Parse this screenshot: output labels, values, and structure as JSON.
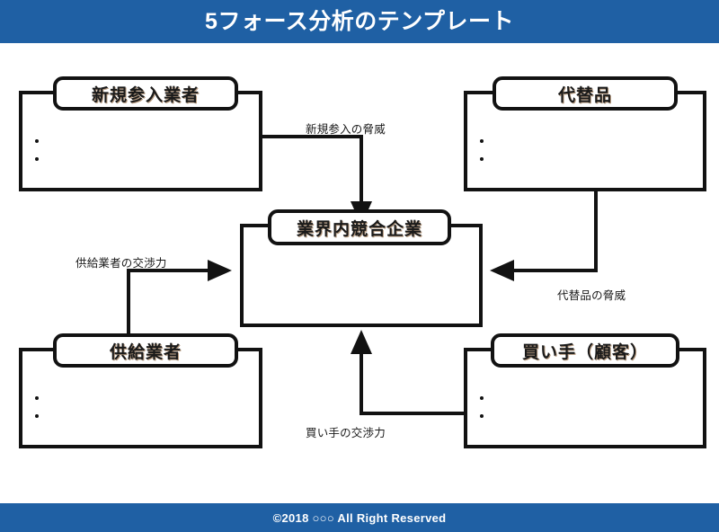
{
  "header": {
    "title": "5フォース分析のテンプレート",
    "background_color": "#1f60a4",
    "text_color": "#ffffff"
  },
  "footer": {
    "text": "©2018 ○○○ All Right Reserved",
    "background_color": "#1f60a4",
    "text_color": "#ffffff"
  },
  "diagram": {
    "type": "five-forces",
    "line_color": "#121212",
    "box_fill": "#ffffff",
    "center": {
      "label": "業界内競合企業"
    },
    "forces": [
      {
        "id": "new-entrants",
        "label": "新規参入業者",
        "position": "top-left",
        "bullets": [
          "",
          ""
        ]
      },
      {
        "id": "substitutes",
        "label": "代替品",
        "position": "top-right",
        "bullets": [
          "",
          ""
        ]
      },
      {
        "id": "suppliers",
        "label": "供給業者",
        "position": "bottom-left",
        "bullets": [
          "",
          ""
        ]
      },
      {
        "id": "buyers",
        "label": "買い手（顧客）",
        "position": "bottom-right",
        "bullets": [
          "",
          ""
        ]
      }
    ],
    "flows": [
      {
        "id": "threat-of-new-entrants",
        "label": "新規参入の脅威",
        "from": "new-entrants",
        "to": "center",
        "direction": "down"
      },
      {
        "id": "threat-of-substitutes",
        "label": "代替品の脅威",
        "from": "substitutes",
        "to": "center",
        "direction": "left"
      },
      {
        "id": "bargaining-power-of-suppliers",
        "label": "供給業者の交渉力",
        "from": "suppliers",
        "to": "center",
        "direction": "right"
      },
      {
        "id": "bargaining-power-of-buyers",
        "label": "買い手の交渉力",
        "from": "buyers",
        "to": "center",
        "direction": "up"
      }
    ]
  }
}
